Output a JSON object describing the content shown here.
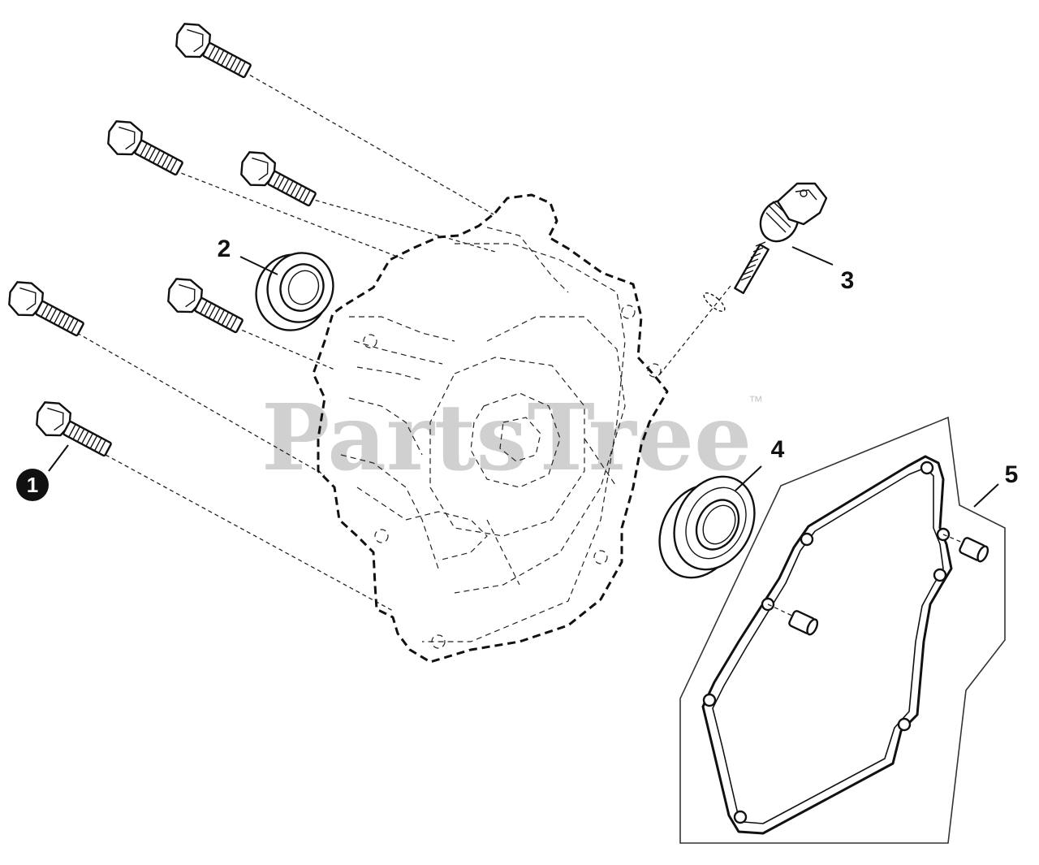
{
  "watermark": {
    "text": "PartsTree",
    "trademark": "™",
    "color": "#c8c8c8"
  },
  "callouts": [
    {
      "id": "1",
      "text": "1",
      "style": "filled-circle"
    },
    {
      "id": "2",
      "text": "2",
      "style": "plain"
    },
    {
      "id": "3",
      "text": "3",
      "style": "plain"
    },
    {
      "id": "4",
      "text": "4",
      "style": "plain"
    },
    {
      "id": "5",
      "text": "5",
      "style": "plain"
    }
  ],
  "colors": {
    "line": "#111111",
    "background": "#ffffff",
    "callout_fill": "#111111"
  }
}
